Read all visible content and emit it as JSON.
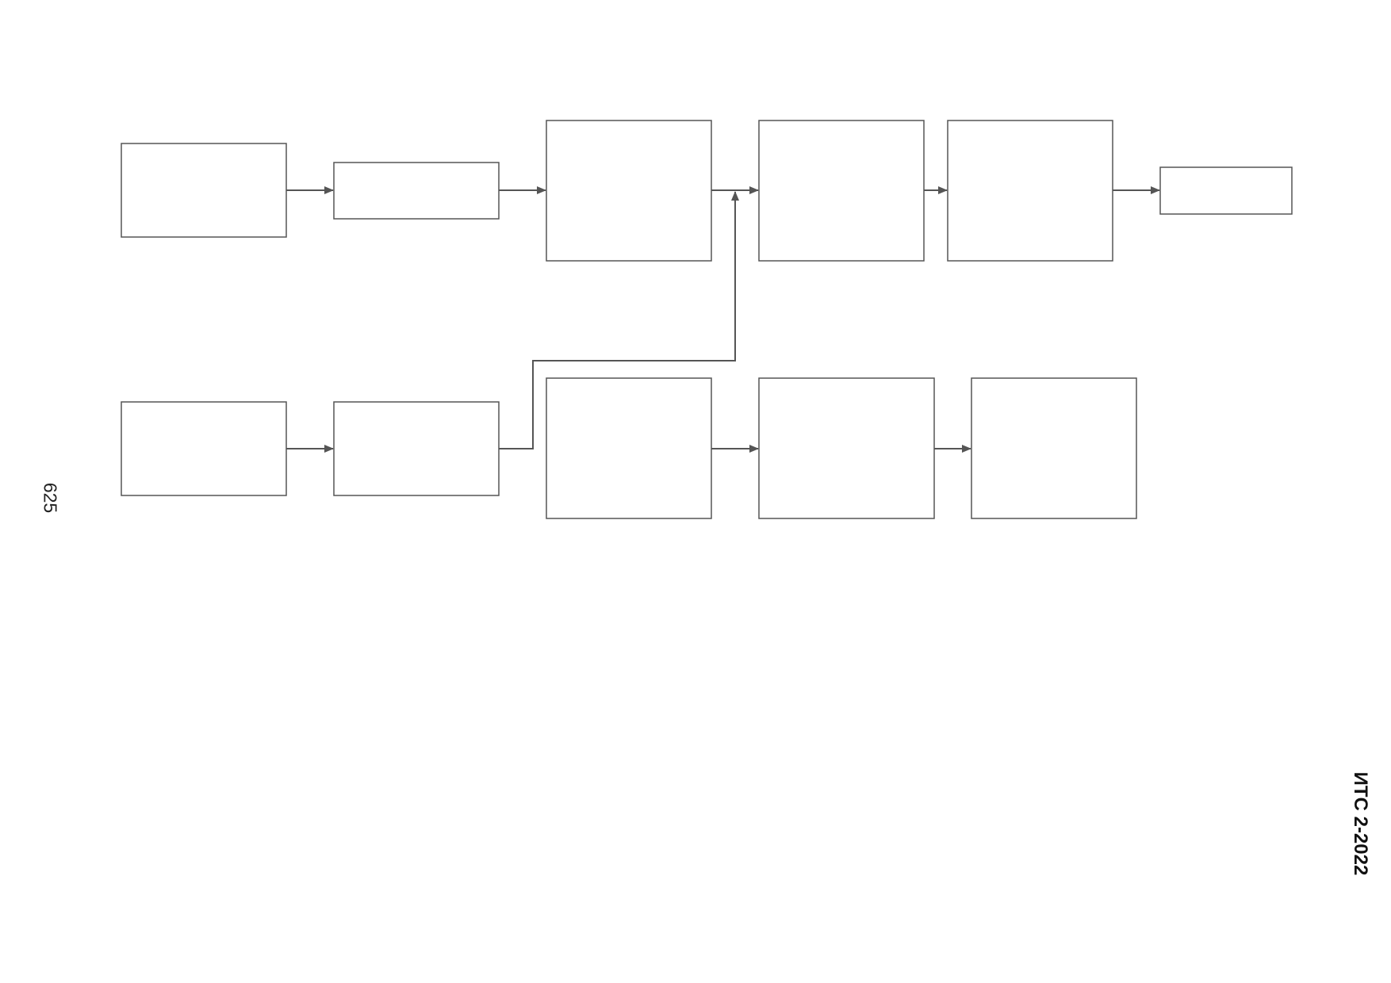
{
  "page": {
    "page_number": "625",
    "document_code": "ИТС 2-2022"
  },
  "diagram": {
    "line_color": "#555555",
    "box_fill": "#ffffff",
    "top_row": {
      "boxes": [
        "",
        "",
        "",
        "",
        "",
        ""
      ]
    },
    "bottom_row": {
      "boxes": [
        "",
        "",
        "",
        "",
        ""
      ]
    },
    "arrows": [
      {
        "from": "top-box-1",
        "to": "top-box-2"
      },
      {
        "from": "top-box-2",
        "to": "top-box-3"
      },
      {
        "from": "top-box-3",
        "to": "top-box-4"
      },
      {
        "from": "top-box-4",
        "to": "top-box-5"
      },
      {
        "from": "top-box-5",
        "to": "top-box-6"
      },
      {
        "from": "bottom-box-1",
        "to": "bottom-box-2"
      },
      {
        "from": "bottom-box-2",
        "to": "top-box-4"
      },
      {
        "from": "bottom-box-3",
        "to": "bottom-box-4"
      },
      {
        "from": "bottom-box-4",
        "to": "bottom-box-5"
      }
    ]
  }
}
